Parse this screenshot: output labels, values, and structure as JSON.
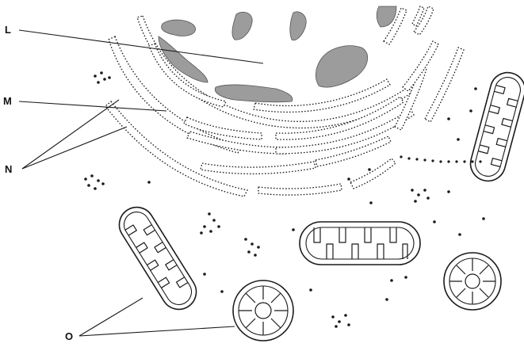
{
  "labels": {
    "l": "L",
    "m": "M",
    "n": "N",
    "o": "O"
  }
}
